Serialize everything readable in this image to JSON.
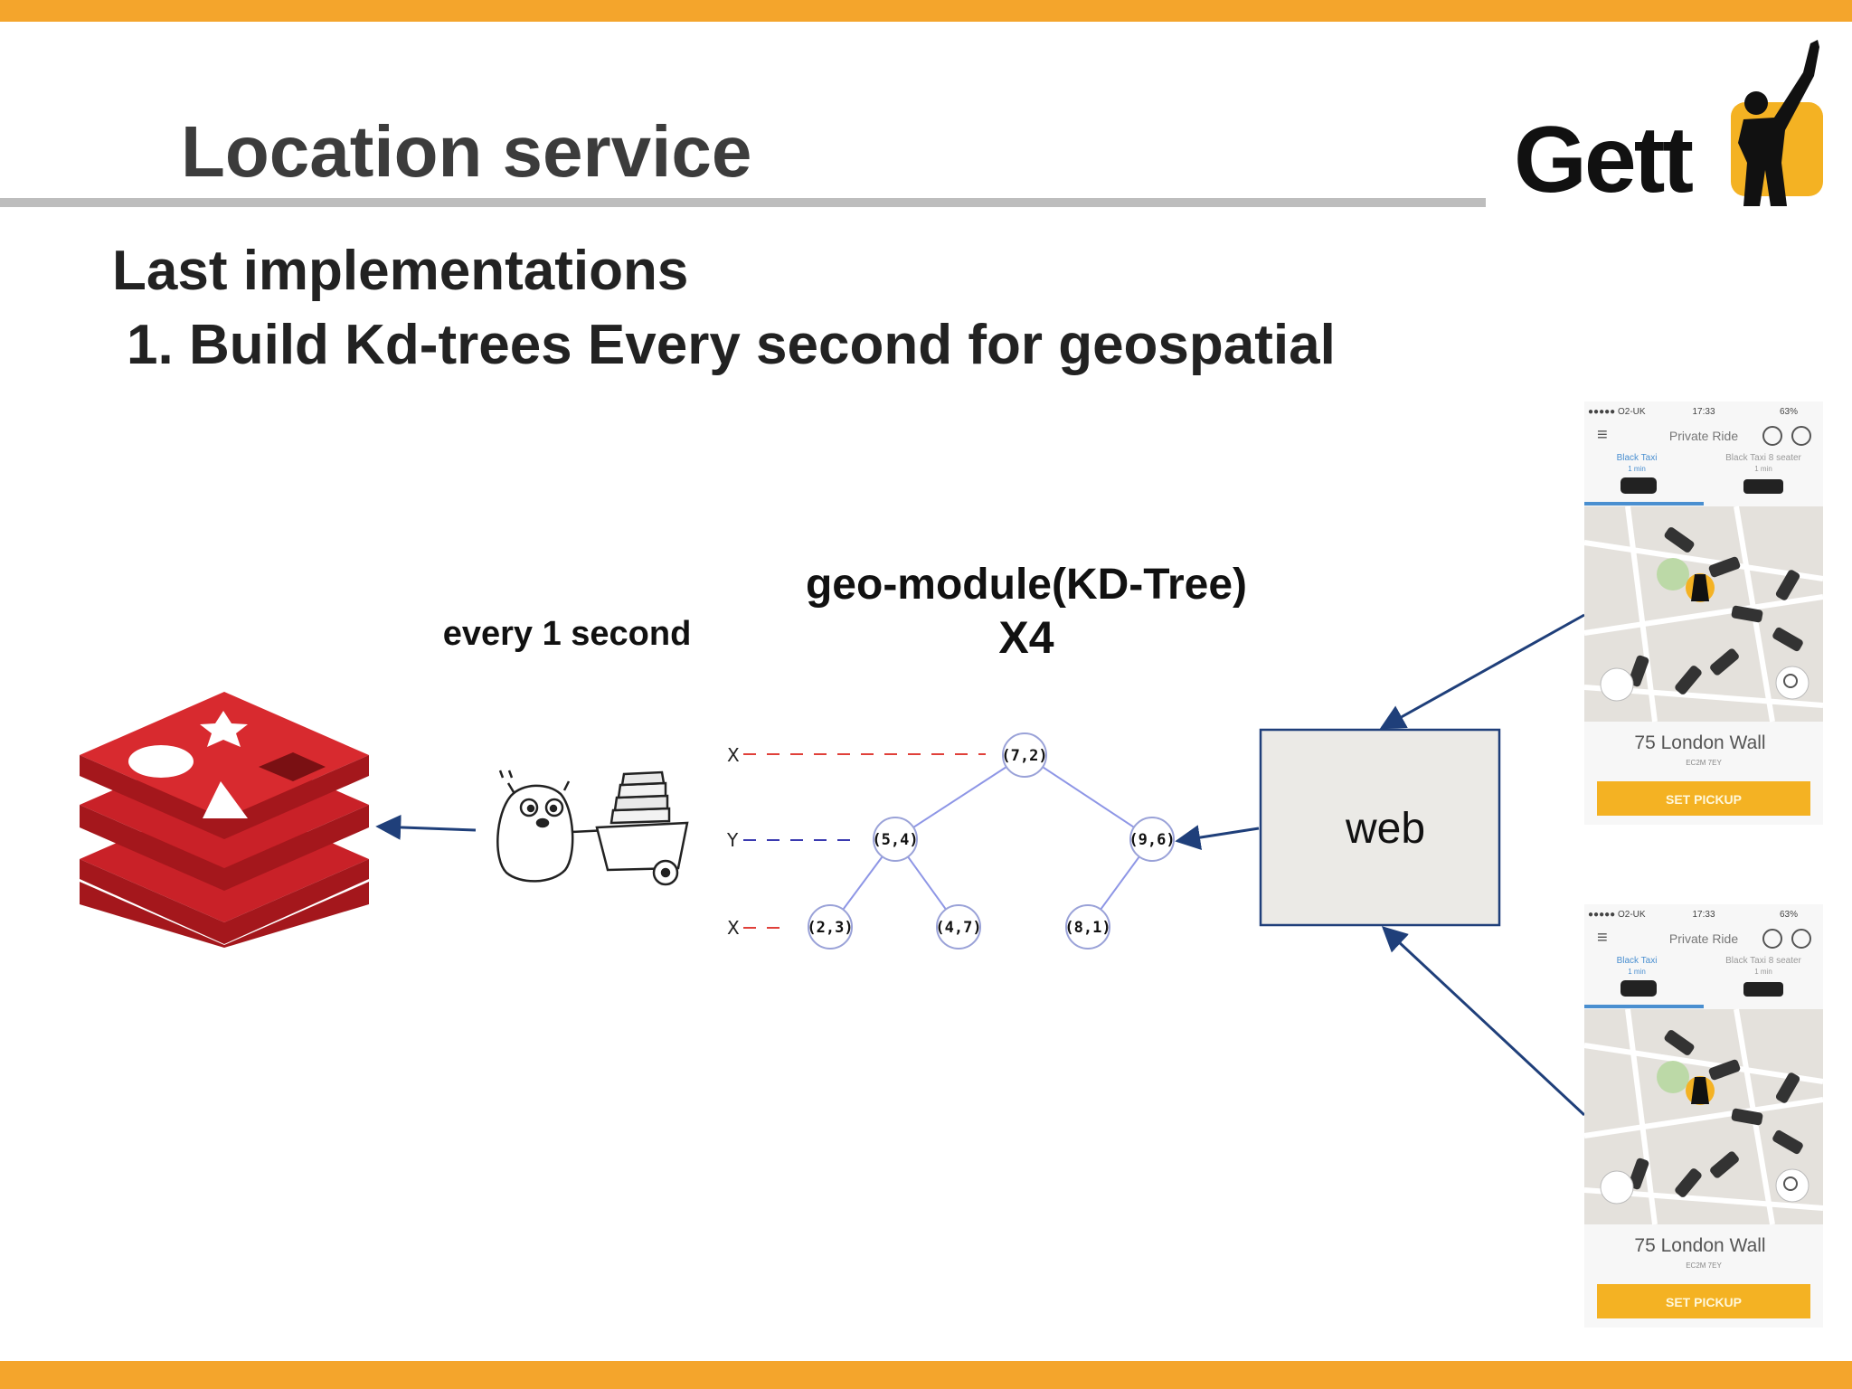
{
  "slide": {
    "title": "Location service",
    "subtitle": "Last implementations",
    "bullets": [
      {
        "number": "1.",
        "text": "Build Kd-trees Every second for geospatial"
      }
    ],
    "accent_color": "#f4a52c"
  },
  "logo": {
    "text": "Gett",
    "color": "#f4b223"
  },
  "diagram": {
    "interval_label": "every 1 second",
    "module_label": "geo-module(KD-Tree)",
    "module_multiplier": "X4",
    "web_label": "web",
    "kdtree": {
      "axes": [
        "X",
        "Y",
        "X"
      ],
      "nodes": [
        {
          "id": "root",
          "label": "(7,2)"
        },
        {
          "id": "l",
          "label": "(5,4)"
        },
        {
          "id": "r",
          "label": "(9,6)"
        },
        {
          "id": "ll",
          "label": "(2,3)"
        },
        {
          "id": "lr",
          "label": "(4,7)"
        },
        {
          "id": "rl",
          "label": "(8,1)"
        }
      ]
    },
    "phones": [
      {
        "carrier": "●●●●● O2-UK",
        "time": "17:33",
        "battery": "63%",
        "mode": "Private Ride",
        "tab_left": "Black Taxi",
        "tab_left_sub": "1 min",
        "tab_right": "Black Taxi 8 seater",
        "tab_right_sub": "1 min",
        "address": "75 London Wall",
        "postcode": "EC2M 7EY",
        "button": "SET PICKUP"
      },
      {
        "carrier": "●●●●● O2-UK",
        "time": "17:33",
        "battery": "63%",
        "mode": "Private Ride",
        "tab_left": "Black Taxi",
        "tab_left_sub": "1 min",
        "tab_right": "Black Taxi 8 seater",
        "tab_right_sub": "1 min",
        "address": "75 London Wall",
        "postcode": "EC2M 7EY",
        "button": "SET PICKUP"
      }
    ]
  }
}
